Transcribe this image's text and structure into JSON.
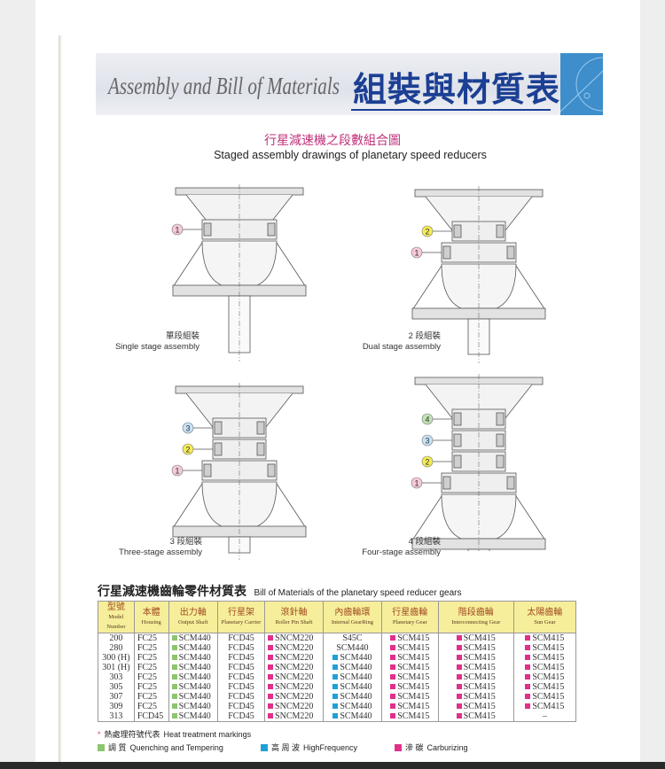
{
  "banner": {
    "title_en": "Assembly and Bill of Materials",
    "title_zh": "組裝與材質表"
  },
  "drawings_section": {
    "title_zh": "行星減速機之段數組合圖",
    "title_en": "Staged assembly drawings of planetary speed reducers"
  },
  "assemblies": [
    {
      "label_zh": "單段組裝",
      "label_en": "Single stage assembly",
      "stages": 1
    },
    {
      "label_zh": "2 段組裝",
      "label_en": "Dual stage assembly",
      "stages": 2
    },
    {
      "label_zh": "3 段組裝",
      "label_en": "Three-stage assembly",
      "stages": 3
    },
    {
      "label_zh": "4 段組裝",
      "label_en": "Four-stage assembly",
      "stages": 4
    }
  ],
  "callouts": [
    "1",
    "2",
    "3",
    "4"
  ],
  "callout_colors": [
    "#f5cadb",
    "#f4ec55",
    "#c6e2f6",
    "#c3e3b5"
  ],
  "table": {
    "title_zh": "行星減速機齒輪零件材質表",
    "title_en": "Bill of Materials of the planetary speed reducer gears",
    "columns": [
      {
        "zh": "型號",
        "en": "Model Number"
      },
      {
        "zh": "本體",
        "en": "Housing"
      },
      {
        "zh": "出力軸",
        "en": "Output Shaft"
      },
      {
        "zh": "行星架",
        "en": "Planetary Carrier"
      },
      {
        "zh": "滾針軸",
        "en": "Roller Pin Shaft"
      },
      {
        "zh": "內齒輪環",
        "en": "Internal GearRing"
      },
      {
        "zh": "行星齒輪",
        "en": "Planetary Gear"
      },
      {
        "zh": "階段齒輪",
        "en": "Interconnecting Gear"
      },
      {
        "zh": "太陽齒輪",
        "en": "Sun Gear"
      }
    ],
    "rows": [
      [
        "200",
        "FC25",
        "SCM440",
        "FCD45",
        "SNCM220",
        "S45C",
        "SCM415",
        "SCM415",
        "SCM415"
      ],
      [
        "280",
        "FC25",
        "SCM440",
        "FCD45",
        "SNCM220",
        "SCM440",
        "SCM415",
        "SCM415",
        "SCM415"
      ],
      [
        "300 (H)",
        "FC25",
        "SCM440",
        "FCD45",
        "SNCM220",
        "SCM440",
        "SCM415",
        "SCM415",
        "SCM415"
      ],
      [
        "301 (H)",
        "FC25",
        "SCM440",
        "FCD45",
        "SNCM220",
        "SCM440",
        "SCM415",
        "SCM415",
        "SCM415"
      ],
      [
        "303",
        "FC25",
        "SCM440",
        "FCD45",
        "SNCM220",
        "SCM440",
        "SCM415",
        "SCM415",
        "SCM415"
      ],
      [
        "305",
        "FC25",
        "SCM440",
        "FCD45",
        "SNCM220",
        "SCM440",
        "SCM415",
        "SCM415",
        "SCM415"
      ],
      [
        "307",
        "FC25",
        "SCM440",
        "FCD45",
        "SNCM220",
        "SCM440",
        "SCM415",
        "SCM415",
        "SCM415"
      ],
      [
        "309",
        "FC25",
        "SCM440",
        "FCD45",
        "SNCM220",
        "SCM440",
        "SCM415",
        "SCM415",
        "SCM415"
      ],
      [
        "313",
        "FCD45",
        "SCM440",
        "FCD45",
        "SNCM220",
        "SCM440",
        "SCM415",
        "SCM415",
        "–"
      ]
    ],
    "markers": [
      [
        "",
        "",
        "Q",
        "",
        "C",
        "",
        "C",
        "C",
        "C"
      ],
      [
        "",
        "",
        "Q",
        "",
        "C",
        "",
        "C",
        "C",
        "C"
      ],
      [
        "",
        "",
        "Q",
        "",
        "C",
        "H",
        "C",
        "C",
        "C"
      ],
      [
        "",
        "",
        "Q",
        "",
        "C",
        "H",
        "C",
        "C",
        "C"
      ],
      [
        "",
        "",
        "Q",
        "",
        "C",
        "H",
        "C",
        "C",
        "C"
      ],
      [
        "",
        "",
        "Q",
        "",
        "C",
        "H",
        "C",
        "C",
        "C"
      ],
      [
        "",
        "",
        "Q",
        "",
        "C",
        "H",
        "C",
        "C",
        "C"
      ],
      [
        "",
        "",
        "Q",
        "",
        "C",
        "H",
        "C",
        "C",
        "C"
      ],
      [
        "",
        "",
        "Q",
        "",
        "C",
        "H",
        "C",
        "C",
        ""
      ]
    ]
  },
  "legend": {
    "note_star": "*",
    "note_zh": "熱處理符號代表",
    "note_en": "Heat treatment markings",
    "items": [
      {
        "key": "Q",
        "zh": "調 質",
        "en": "Quenching and Tempering",
        "color": "#8cc56e"
      },
      {
        "key": "H",
        "zh": "高 周 波",
        "en": "HighFrequency",
        "color": "#1fa0d8"
      },
      {
        "key": "C",
        "zh": "滲 碳",
        "en": "Carburizing",
        "color": "#e0308a"
      }
    ]
  }
}
